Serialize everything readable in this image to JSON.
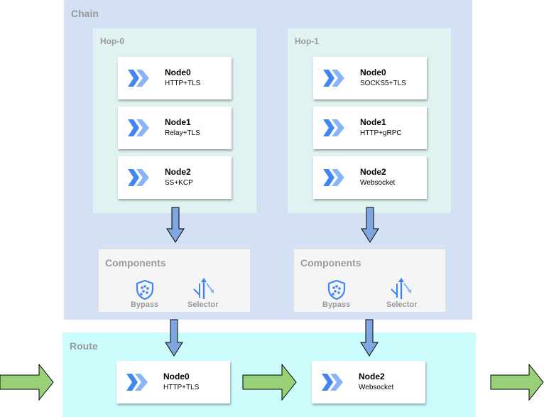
{
  "chain": {
    "title": "Chain",
    "hops": [
      {
        "title": "Hop-0",
        "nodes": [
          {
            "name": "Node0",
            "protocol": "HTTP+TLS"
          },
          {
            "name": "Node1",
            "protocol": "Relay+TLS"
          },
          {
            "name": "Node2",
            "protocol": "SS+KCP"
          }
        ],
        "components": {
          "title": "Components",
          "bypass": "Bypass",
          "selector": "Selector"
        }
      },
      {
        "title": "Hop-1",
        "nodes": [
          {
            "name": "Node0",
            "protocol": "SOCKS5+TLS"
          },
          {
            "name": "Node1",
            "protocol": "HTTP+gRPC"
          },
          {
            "name": "Node2",
            "protocol": "Websocket"
          }
        ],
        "components": {
          "title": "Components",
          "bypass": "Bypass",
          "selector": "Selector"
        }
      }
    ]
  },
  "route": {
    "title": "Route",
    "nodes": [
      {
        "name": "Node0",
        "protocol": "HTTP+TLS"
      },
      {
        "name": "Node2",
        "protocol": "Websocket"
      }
    ]
  },
  "colors": {
    "chain_bg": "#d4e1f4",
    "hop_bg": "#e0f2f1",
    "route_bg": "#ccfcfc",
    "blue_arrow": "#7ea6e0",
    "green_arrow": "#97d077",
    "logo_blue": "#4285f4",
    "label_gray": "#9a9a9a"
  },
  "icons": {
    "node": "chevron-logo-icon",
    "bypass": "shield-icon",
    "selector": "split-arrows-icon"
  }
}
